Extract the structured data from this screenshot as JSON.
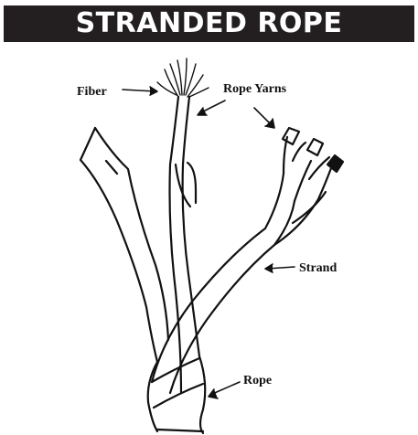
{
  "title": "STRANDED ROPE",
  "labels": {
    "fiber": "Fiber",
    "rope_yarns": "Rope Yarns",
    "strand": "Strand",
    "rope": "Rope"
  },
  "colors": {
    "title_bar": "#231f20",
    "title_text": "#ffffff",
    "ink": "#111111"
  }
}
